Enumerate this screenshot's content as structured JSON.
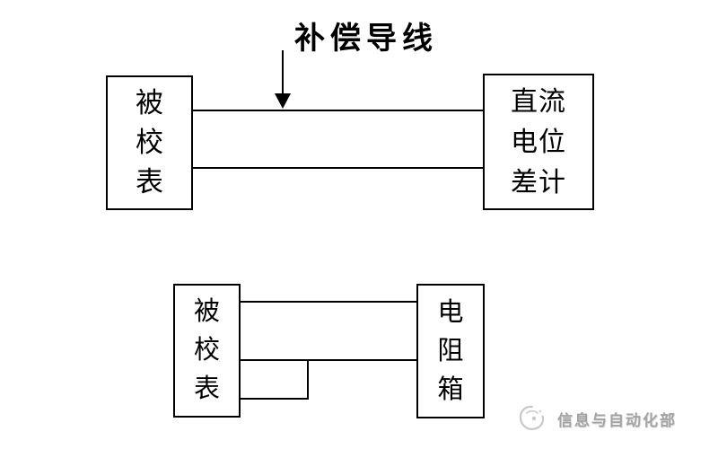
{
  "colors": {
    "background": "#ffffff",
    "line": "#000000",
    "watermark_text": "#a3a3a3",
    "watermark_logo": "#c9c9c9"
  },
  "top_diagram": {
    "annotation": "补偿导线",
    "left_box": {
      "full_text": "被校表",
      "lines": [
        "被",
        "校",
        "表"
      ]
    },
    "right_box": {
      "full_text": "直流电位差计",
      "lines": [
        "直流",
        "电位",
        "差计"
      ]
    },
    "wire_count": 2
  },
  "bottom_diagram": {
    "left_box": {
      "full_text": "被校表",
      "lines": [
        "被",
        "校",
        "表"
      ]
    },
    "right_box": {
      "full_text": "电阻箱",
      "lines": [
        "电",
        "阻",
        "箱"
      ]
    },
    "wire_count": 3
  },
  "watermark": {
    "text": "信息与自动化部",
    "logo": "swirl-logo-icon"
  }
}
